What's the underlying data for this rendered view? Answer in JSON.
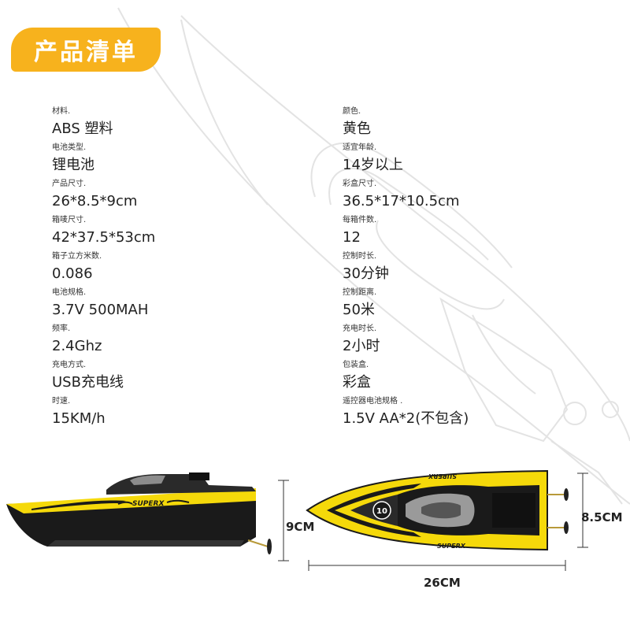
{
  "title": "产品清单",
  "specs_left": [
    {
      "label": "材料.",
      "value": "ABS 塑料"
    },
    {
      "label": "电池类型.",
      "value": "锂电池"
    },
    {
      "label": "产品尺寸.",
      "value": "26*8.5*9cm"
    },
    {
      "label": "箱唛尺寸.",
      "value": "42*37.5*53cm"
    },
    {
      "label": "箱子立方米数.",
      "value": "0.086"
    },
    {
      "label": "电池规格.",
      "value": "3.7V 500MAH"
    },
    {
      "label": "频率.",
      "value": "2.4Ghz"
    },
    {
      "label": "充电方式.",
      "value": "USB充电线"
    },
    {
      "label": "时速.",
      "value": "15KM/h"
    }
  ],
  "specs_right": [
    {
      "label": "颜色.",
      "value": "黄色"
    },
    {
      "label": "适宜年龄.",
      "value": "14岁以上"
    },
    {
      "label": "彩盒尺寸.",
      "value": "36.5*17*10.5cm"
    },
    {
      "label": "每箱件数.",
      "value": "12"
    },
    {
      "label": "控制时长.",
      "value": "30分钟"
    },
    {
      "label": "控制距离.",
      "value": "50米"
    },
    {
      "label": "充电时长.",
      "value": "2小时"
    },
    {
      "label": "包装盒.",
      "value": "彩盒"
    },
    {
      "label": "遥控器电池规格 .",
      "value": "1.5V AA*2(不包含)"
    }
  ],
  "dimensions": {
    "height": "9CM",
    "length": "26CM",
    "width": "8.5CM"
  },
  "boat": {
    "brand": "SUPERX",
    "number": "10"
  },
  "colors": {
    "accent": "#f7b21d",
    "boat_yellow": "#f5d90a",
    "boat_black": "#1a1a1a"
  }
}
